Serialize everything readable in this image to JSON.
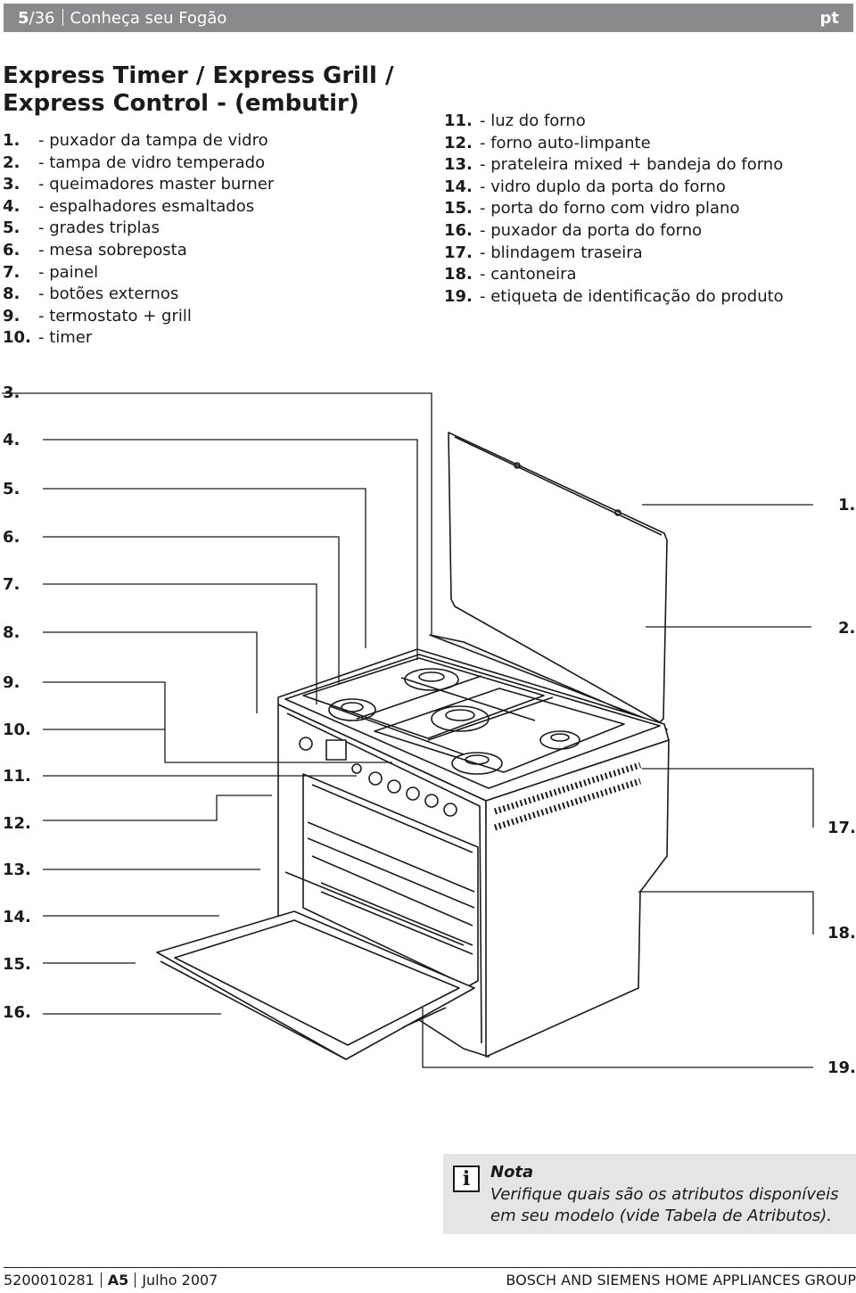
{
  "header": {
    "page": "5",
    "total": "/36",
    "section": "Conheça seu Fogão",
    "lang": "pt"
  },
  "title_line1": "Express Timer / Express Grill /",
  "title_line2": "Express Control -  (embutir)",
  "parts_left": [
    {
      "num": "1.",
      "label": "- puxador da tampa de vidro"
    },
    {
      "num": "2.",
      "label": "- tampa de vidro temperado"
    },
    {
      "num": "3.",
      "label": "- queimadores master burner"
    },
    {
      "num": "4.",
      "label": "- espalhadores esmaltados"
    },
    {
      "num": "5.",
      "label": "- grades triplas"
    },
    {
      "num": "6.",
      "label": "- mesa sobreposta"
    },
    {
      "num": "7.",
      "label": "- painel"
    },
    {
      "num": "8.",
      "label": "- botões externos"
    },
    {
      "num": "9.",
      "label": "- termostato + grill"
    },
    {
      "num": "10.",
      "label": "- timer"
    }
  ],
  "parts_right": [
    {
      "num": "11.",
      "label": "- luz do forno"
    },
    {
      "num": "12.",
      "label": "- forno auto-limpante"
    },
    {
      "num": "13.",
      "label": "- prateleira mixed + bandeja do forno"
    },
    {
      "num": "14.",
      "label": "- vidro duplo da porta do forno"
    },
    {
      "num": "15.",
      "label": "- porta do forno com vidro plano"
    },
    {
      "num": "16.",
      "label": "- puxador da porta do forno"
    },
    {
      "num": "17.",
      "label": "- blindagem traseira"
    },
    {
      "num": "18.",
      "label": "- cantoneira"
    },
    {
      "num": "19.",
      "label": "- etiqueta de identificação do produto"
    }
  ],
  "callouts_left": [
    "3.",
    "4.",
    "5.",
    "6.",
    "7.",
    "8.",
    "9.",
    "10.",
    "11.",
    "12.",
    "13.",
    "14.",
    "15.",
    "16."
  ],
  "callouts_right": [
    "1.",
    "2.",
    "17.",
    "18.",
    "19."
  ],
  "note": {
    "title": "Nota",
    "text": "Verifique quais são os atributos disponíveis em seu modelo (vide Tabela de Atributos).",
    "icon": "info-icon"
  },
  "footer": {
    "code": "5200010281",
    "format": "A5",
    "date": "Julho 2007",
    "company": "BOSCH AND SIEMENS HOME APPLIANCES GROUP"
  }
}
